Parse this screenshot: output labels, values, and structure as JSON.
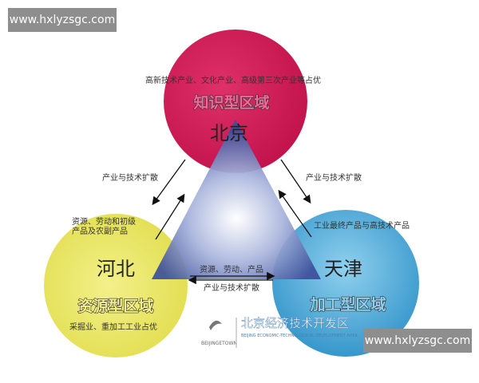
{
  "watermark": {
    "top": "www.hxlyzsgc.com",
    "bottom": "www.hxlyzsgc.com"
  },
  "beijing": {
    "city": "北京",
    "region": "知识型区域",
    "industries": "高新技术产业、文化产业、高级第三次产业等占优",
    "color": "#d81b5a"
  },
  "hebei": {
    "city": "河北",
    "region": "资源型区域",
    "industries": "采掘业、重加工工业占优",
    "flow_to_beijing_line1": "资源、劳动和初级",
    "flow_to_beijing_line2": "产品及农副产品",
    "color": "#e6e25a"
  },
  "tianjin": {
    "city": "天津",
    "region": "加工型区域",
    "flow_to_beijing": "工业最终产品与高技术产品",
    "color": "#3ea2d6"
  },
  "flows": {
    "beijing_to_hebei": "产业与技术扩散",
    "beijing_to_tianjin": "产业与技术扩散",
    "hebei_to_tianjin": "资源、劳动、产品",
    "tianjin_to_hebei": "产业与技术扩散"
  },
  "logo": {
    "name": "北京经济技术开发区",
    "subtitle": "BEIJING ECONOMIC-TECHNOLOGICAL DEVELOPMENT AREA",
    "left_mark": "BEIJINGETOWN"
  }
}
